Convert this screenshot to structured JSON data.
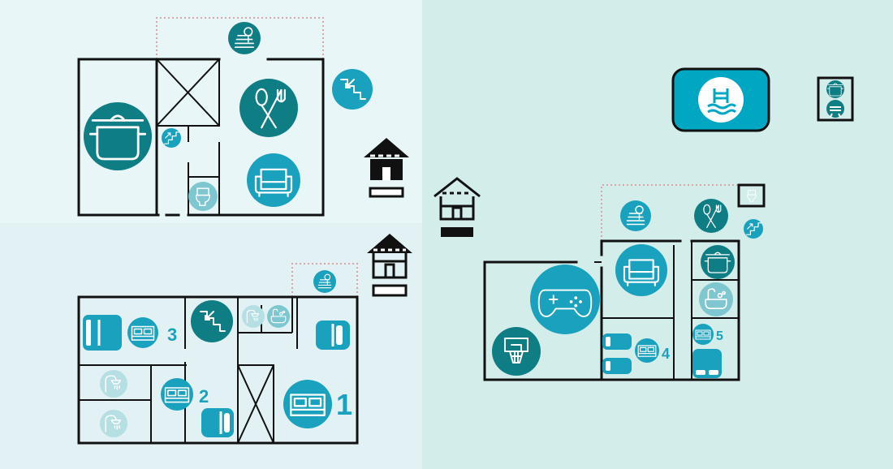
{
  "colors": {
    "dark_teal": "#0f7d84",
    "mid_teal": "#1aa1bd",
    "light_teal": "#7ec7d1",
    "pale_teal": "#b5dfe3",
    "wall": "#111111",
    "pool": "#00a7c3",
    "dotted_outline": "#d8a6a6"
  },
  "icons": [
    "pot-icon",
    "stairs-up-icon",
    "stairs-down-icon",
    "dinner-icon",
    "armchair-icon",
    "toilet-icon",
    "terrace-icon",
    "house-icon",
    "pool-icon",
    "barbecue-icon",
    "bed-icon",
    "shower-icon",
    "bathtub-icon",
    "gamepad-icon",
    "basketball-icon"
  ],
  "room_labels": {
    "r1": "1",
    "r2": "2",
    "r3": "3",
    "r4": "4",
    "r5": "5"
  }
}
